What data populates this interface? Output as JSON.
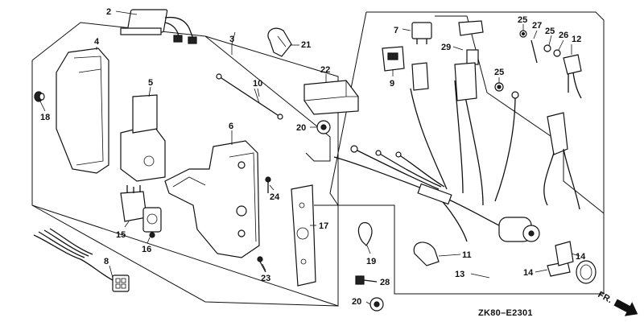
{
  "callouts": [
    {
      "id": "c2",
      "label": "2"
    },
    {
      "id": "c3",
      "label": "3"
    },
    {
      "id": "c4",
      "label": "4"
    },
    {
      "id": "c5",
      "label": "5"
    },
    {
      "id": "c6",
      "label": "6"
    },
    {
      "id": "c7",
      "label": "7"
    },
    {
      "id": "c8",
      "label": "8"
    },
    {
      "id": "c9",
      "label": "9"
    },
    {
      "id": "c10",
      "label": "10"
    },
    {
      "id": "c11",
      "label": "11"
    },
    {
      "id": "c12",
      "label": "12"
    },
    {
      "id": "c13",
      "label": "13"
    },
    {
      "id": "c14a",
      "label": "14"
    },
    {
      "id": "c14b",
      "label": "14"
    },
    {
      "id": "c15",
      "label": "15"
    },
    {
      "id": "c16",
      "label": "16"
    },
    {
      "id": "c17",
      "label": "17"
    },
    {
      "id": "c18",
      "label": "18"
    },
    {
      "id": "c19",
      "label": "19"
    },
    {
      "id": "c20a",
      "label": "20"
    },
    {
      "id": "c20b",
      "label": "20"
    },
    {
      "id": "c21",
      "label": "21"
    },
    {
      "id": "c22",
      "label": "22"
    },
    {
      "id": "c23",
      "label": "23"
    },
    {
      "id": "c24",
      "label": "24"
    },
    {
      "id": "c25a",
      "label": "25"
    },
    {
      "id": "c25b",
      "label": "25"
    },
    {
      "id": "c25c",
      "label": "25"
    },
    {
      "id": "c26",
      "label": "26"
    },
    {
      "id": "c27",
      "label": "27"
    },
    {
      "id": "c28",
      "label": "28"
    },
    {
      "id": "c29",
      "label": "29"
    }
  ],
  "diagram_code": "ZK80–E2301",
  "front_marker": "FR."
}
